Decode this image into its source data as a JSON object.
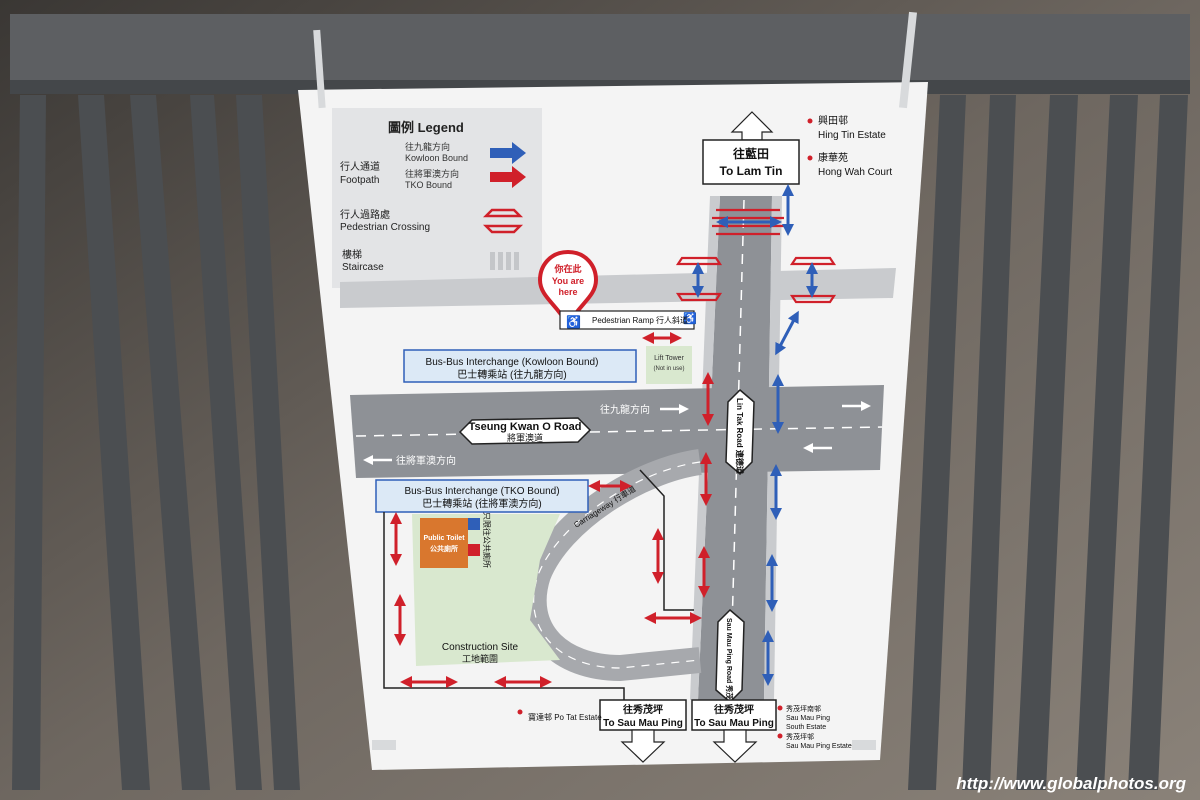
{
  "legend": {
    "title": "圖例 Legend",
    "footpath_cn": "行人通道",
    "footpath_en": "Footpath",
    "kowloon_cn": "往九龍方向",
    "kowloon_en": "Kowloon Bound",
    "tko_cn": "往將軍澳方向",
    "tko_en": "TKO Bound",
    "crossing_cn": "行人過路處",
    "crossing_en": "Pedestrian Crossing",
    "stair_cn": "樓梯",
    "stair_en": "Staircase"
  },
  "places": {
    "lam_tin_cn": "往藍田",
    "lam_tin_en": "To Lam Tin",
    "hing_tin_cn": "興田邨",
    "hing_tin_en": "Hing Tin Estate",
    "hong_wah_cn": "康華苑",
    "hong_wah_en": "Hong Wah Court",
    "po_tat": "寶達邨 Po Tat Estate",
    "smp_cn_left": "往秀茂坪",
    "smp_en_left": "To Sau Mau Ping",
    "smp_cn_right": "往秀茂坪",
    "smp_en_right": "To Sau Mau Ping",
    "smp_south_cn": "秀茂坪南邨",
    "smp_south_en1": "Sau Mau Ping",
    "smp_south_en2": "South Estate",
    "smp_estate_cn": "秀茂坪邨",
    "smp_estate_en": "Sau Mau Ping Estate"
  },
  "map": {
    "you_are_here_cn": "你在此",
    "you_are_here_en1": "You are",
    "you_are_here_en2": "here",
    "ramp": "Pedestrian Ramp 行人斜道",
    "kowloon_interchange_en": "Bus-Bus Interchange (Kowloon Bound)",
    "kowloon_interchange_cn": "巴士轉乘站 (往九龍方向)",
    "lift_tower_en": "Lift Tower",
    "lift_tower_note": "(Not in use)",
    "tko_road_en": "Tseung Kwan O Road",
    "tko_road_cn": "將軍澳道",
    "kowloon_dir": "往九龍方向",
    "tko_dir": "往將軍澳方向",
    "lin_tak_road": "Lin Tak Road 連德道",
    "tko_interchange_en": "Bus-Bus Interchange (TKO Bound)",
    "tko_interchange_cn": "巴士轉乘站 (往將軍澳方向)",
    "carriageway": "Carriageway 行車道",
    "public_toilet_en": "Public Toilet",
    "public_toilet_cn": "公共廁所",
    "toilet_side_note": "只限往公共廁所",
    "construction_en": "Construction Site",
    "construction_cn": "工地範圍",
    "smp_road": "Sau Mau Ping Road 秀茂坪道"
  },
  "colors": {
    "kowloon_blue": "#2f5fb8",
    "tko_red": "#d0202a",
    "road_grey": "#8e9196",
    "site_green": "#d9e8cf",
    "toilet_orange": "#d9772e",
    "interchange_blue": "#dce9f6"
  },
  "credit": "http://www.globalphotos.org"
}
